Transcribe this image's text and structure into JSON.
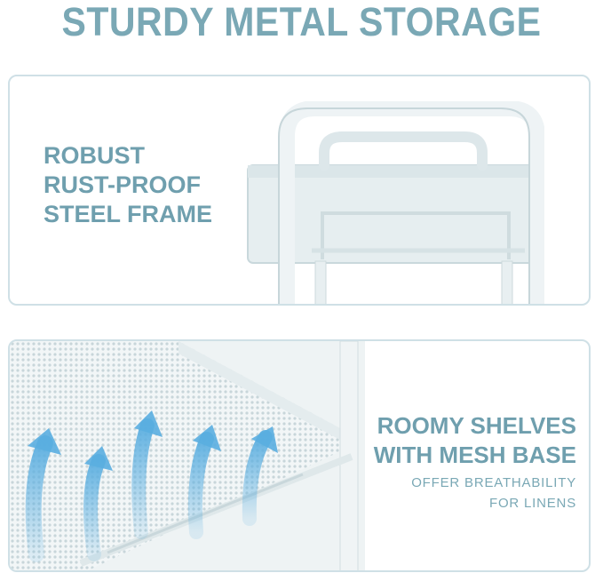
{
  "headline": "STURDY METAL STORAGE",
  "frame_feature": {
    "lines": [
      "ROBUST",
      "RUST-PROOF",
      "STEEL FRAME"
    ],
    "image": "white metal cart top frame with handle"
  },
  "shelf_feature": {
    "title_lines": [
      "ROOMY SHELVES",
      "WITH MESH BASE"
    ],
    "subtitle_lines": [
      "OFFER BREATHABILITY",
      "FOR LINENS"
    ],
    "image": "mesh shelf with blue airflow arrows"
  },
  "colors": {
    "text_teal": "#6f9fae",
    "panel_border": "#cfe0e6",
    "metal": "#e3ecee",
    "arrow_blue": "#5aaee0"
  }
}
